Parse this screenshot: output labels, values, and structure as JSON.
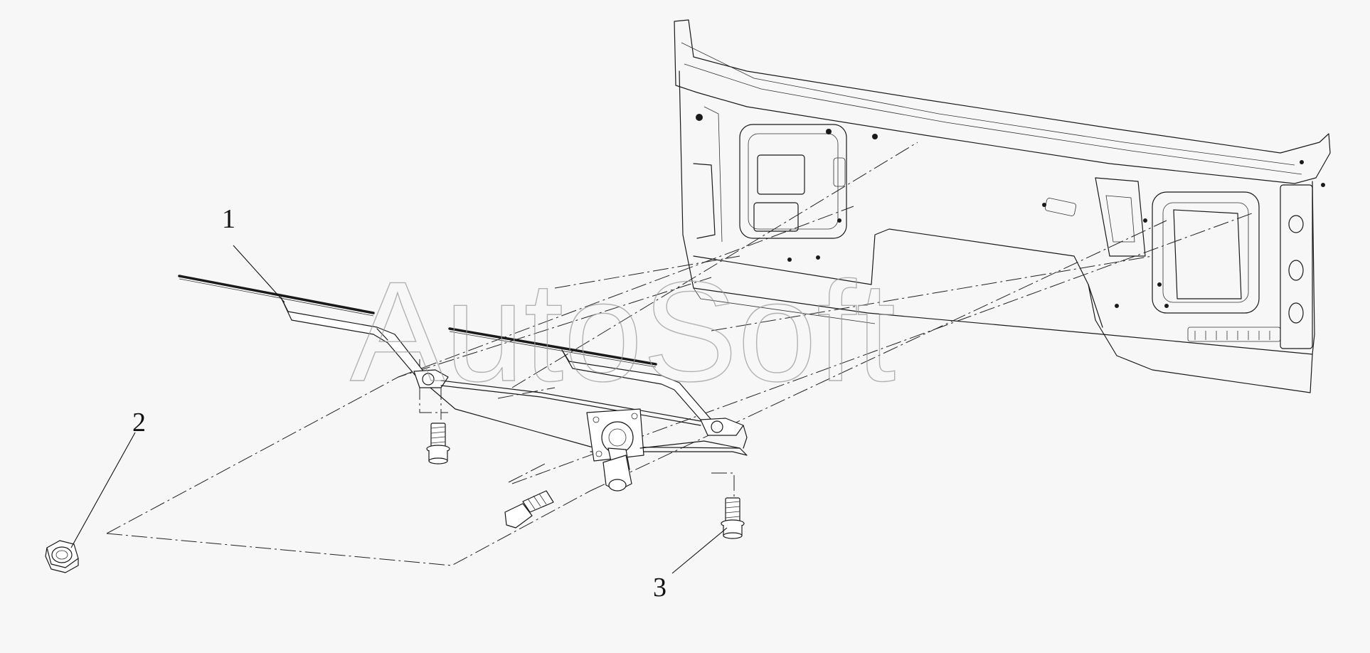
{
  "diagram": {
    "watermark": "AutoSoft",
    "callouts": [
      {
        "id": "1",
        "label": "1"
      },
      {
        "id": "2",
        "label": "2"
      },
      {
        "id": "3",
        "label": "3"
      }
    ]
  },
  "colors": {
    "background": "#f7f7f7",
    "line": "#1a1a1a",
    "watermark": "#9a9a9a"
  }
}
